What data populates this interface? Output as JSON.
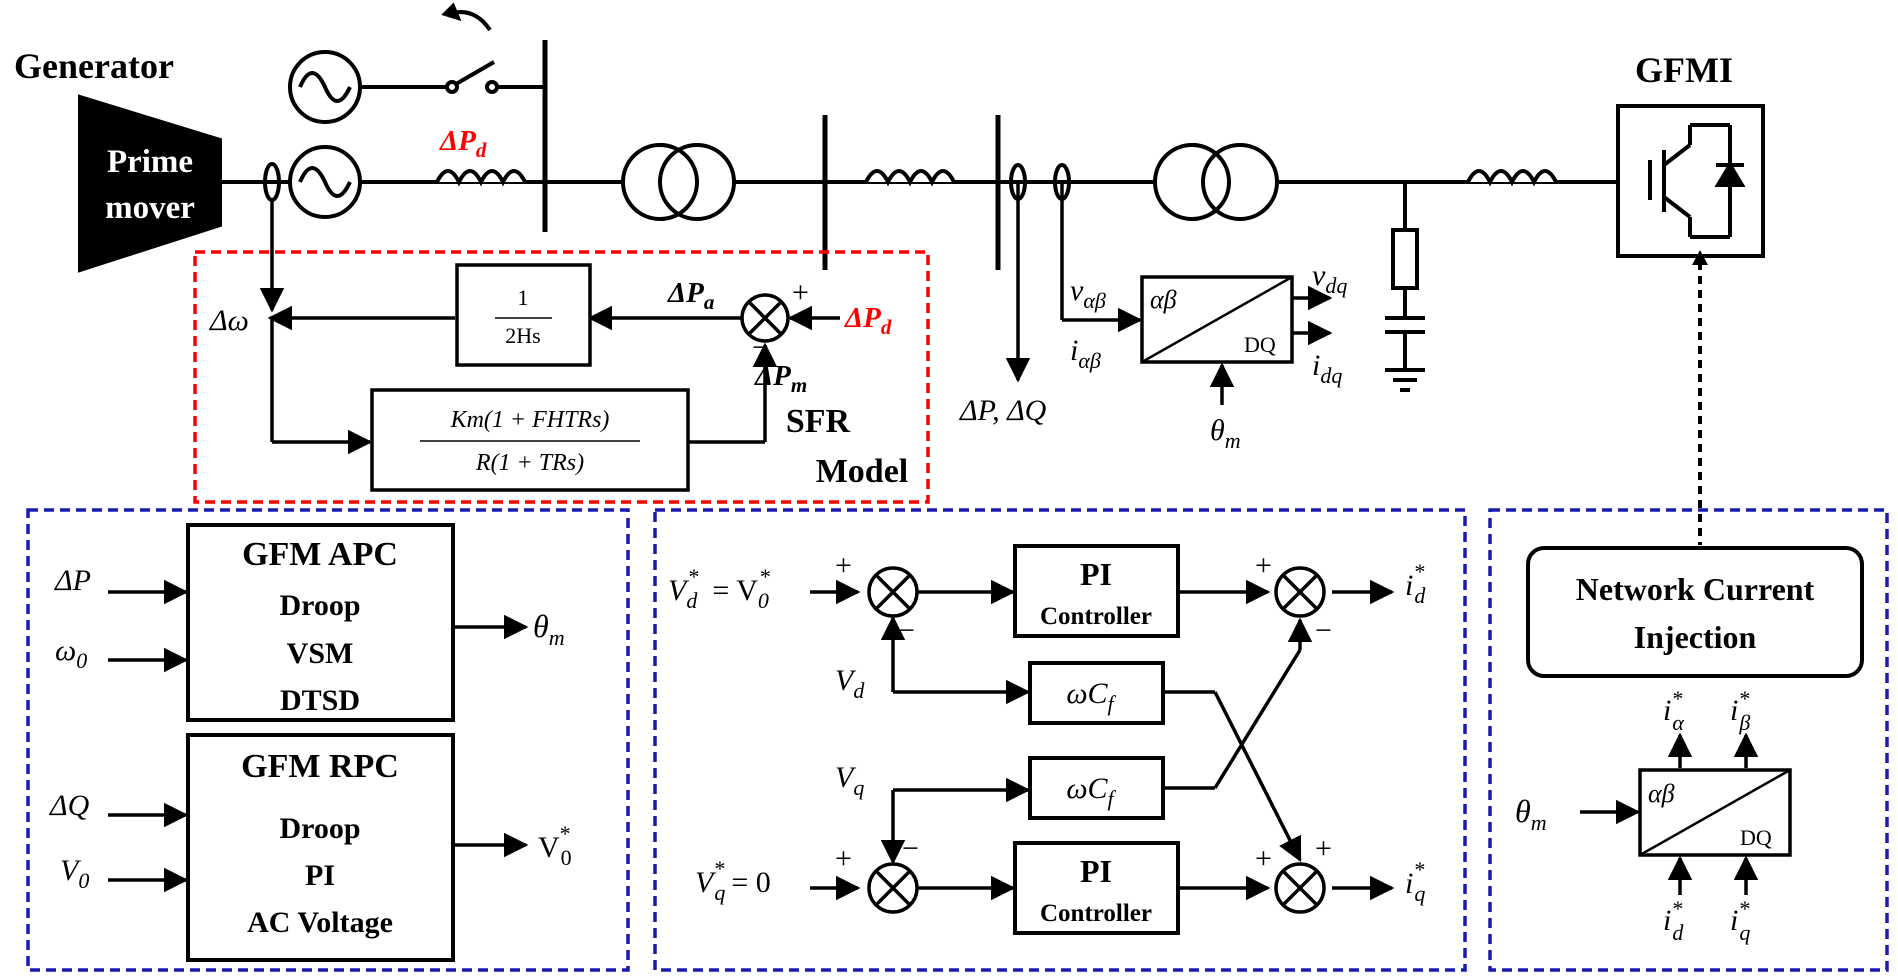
{
  "labels": {
    "generator": "Generator",
    "prime_mover_1": "Prime",
    "prime_mover_2": "mover",
    "gfmi": "GFMI",
    "delta_pd_top": "ΔP",
    "delta_pd_top_sub": "d",
    "delta_pa": "ΔP",
    "delta_pa_sub": "a",
    "delta_pd_right": "ΔP",
    "delta_pd_right_sub": "d",
    "delta_pm": "ΔP",
    "delta_pm_sub": "m",
    "plus_sfr": "+",
    "minus_sfr": "−",
    "delta_omega": "Δω",
    "tf1_num": "1",
    "tf1_den": "2Hs",
    "tf2_num": "Km(1 + FHTRs)",
    "tf2_den": "R(1 + TRs)",
    "sfr_1": "SFR",
    "sfr_2": "Model",
    "v_alphabeta": "v",
    "v_alphabeta_sub": "αβ",
    "i_alphabeta": "i",
    "i_alphabeta_sub": "αβ",
    "v_dq": "v",
    "v_dq_sub": "dq",
    "i_dq": "i",
    "i_dq_sub": "dq",
    "theta_m_mid": "θ",
    "theta_m_mid_sub": "m",
    "dp_dq": "ΔP, ΔQ",
    "ab_label": "αβ",
    "dq_label": "DQ"
  },
  "apc_panel": {
    "apc_title": "GFM APC",
    "apc_lines": [
      "Droop",
      "VSM",
      "DTSD"
    ],
    "apc_in1": "ΔP",
    "apc_in2": "ω",
    "apc_in2_sub": "0",
    "apc_out": "θ",
    "apc_out_sub": "m",
    "rpc_title": "GFM RPC",
    "rpc_lines": [
      "Droop",
      "PI",
      "AC Voltage"
    ],
    "rpc_in1": "ΔQ",
    "rpc_in2": "V",
    "rpc_in2_sub": "0",
    "rpc_out": "V",
    "rpc_out_sub": "0",
    "rpc_out_sup": "*"
  },
  "current_panel": {
    "vd_ref": "V",
    "vd_ref_eq": "= V",
    "pi_title": "PI",
    "pi_sub": "Controller",
    "wcf": "ωC",
    "wcf_sub": "f",
    "vd": "V",
    "vd_sub": "d",
    "vq": "V",
    "vq_sub": "q",
    "vq_ref": "V",
    "vq_ref_eq": "= 0",
    "id_out": "i",
    "id_sub": "d",
    "iq_out": "i",
    "iq_sub": "q",
    "plus": "+",
    "minus": "−"
  },
  "nci_panel": {
    "title_1": "Network Current",
    "title_2": "Injection",
    "i_alpha": "i",
    "i_alpha_sub": "α",
    "i_beta": "i",
    "i_beta_sub": "β",
    "theta": "θ",
    "theta_sub": "m",
    "id": "i",
    "id_sub": "d",
    "iq": "i",
    "iq_sub": "q",
    "ab": "αβ",
    "dq": "DQ"
  },
  "colors": {
    "line": "#000000",
    "red_frame": "#ff0000",
    "blue_frame": "#1a1ab0",
    "red_text": "#ff0000",
    "gray": "#9a9a9a"
  }
}
